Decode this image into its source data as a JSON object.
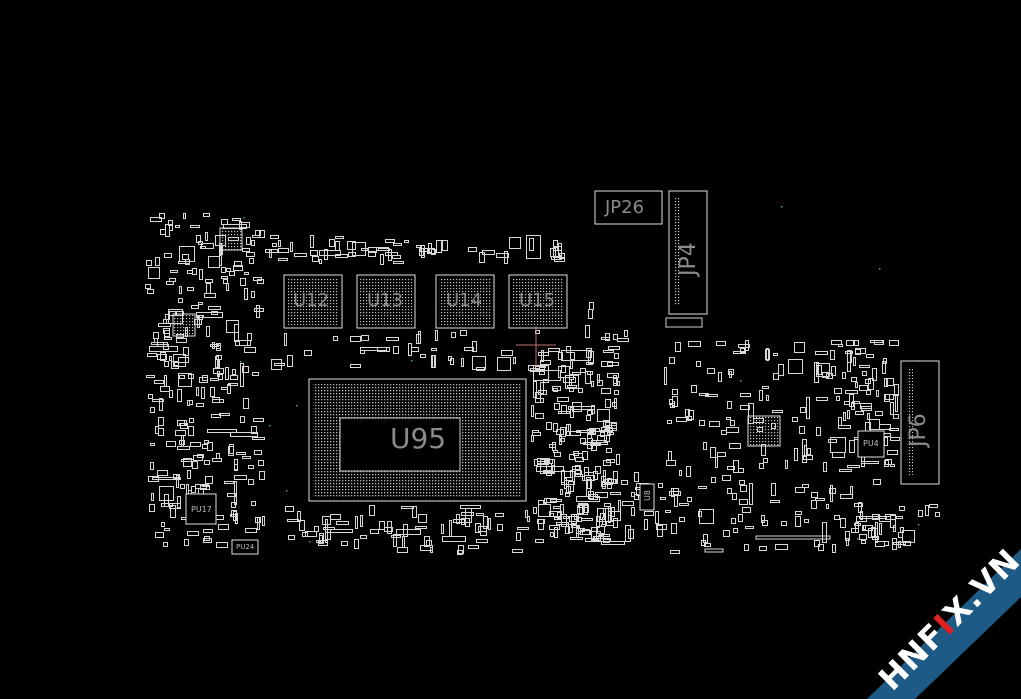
{
  "labels": {
    "u12": "U12",
    "u13": "U13",
    "u14": "U14",
    "u15": "U15",
    "u95": "U95",
    "jp26": "JP26",
    "jp4": "JP4",
    "jp6": "JP6",
    "pu17": "PU17",
    "pu24": "PU24",
    "pu4": "PU4",
    "u8": "U8"
  },
  "watermark": {
    "text_prefix": "HNF",
    "text_i": "I",
    "text_suffix": "X.VN",
    "band_color": "#1e5a86",
    "accent_color": "#e02020"
  }
}
